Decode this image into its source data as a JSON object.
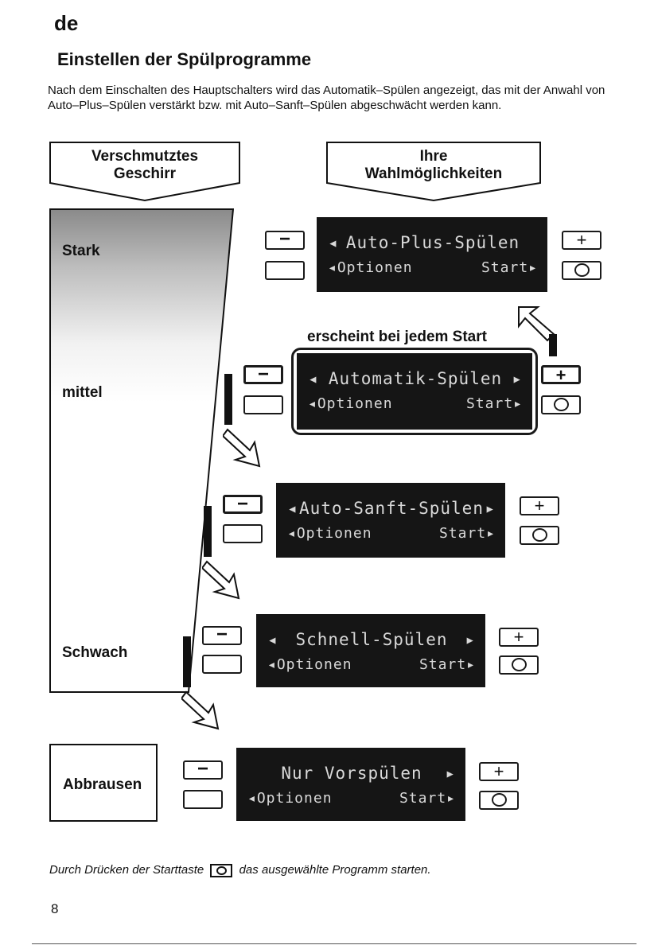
{
  "language_tag": "de",
  "section_title": "Einstellen der Spülprogramme",
  "intro_text": "Nach dem Einschalten des Hauptschalters wird das Automatik–Spülen angezeigt, das mit der Anwahl von Auto–Plus–Spülen verstärkt bzw. mit Auto–Sanft–Spülen abgeschwächt werden kann.",
  "headers": {
    "soil_line1": "Verschmutztes",
    "soil_line2": "Geschirr",
    "options_line1": "Ihre",
    "options_line2": "Wahlmöglichkeiten"
  },
  "levels": {
    "strong": "Stark",
    "medium": "mittel",
    "weak": "Schwach",
    "rinse": "Abbrausen"
  },
  "startup_note": "erscheint bei jedem Start",
  "buttons": {
    "minus": "−",
    "plus": "+"
  },
  "programs": [
    {
      "prefix": "◂",
      "name": "Auto-Plus-Spülen",
      "suffix": "",
      "options": "◂Optionen",
      "start": "Start▸"
    },
    {
      "prefix": "◂",
      "name": "Automatik-Spülen",
      "suffix": "▸",
      "options": "◂Optionen",
      "start": "Start▸"
    },
    {
      "prefix": "◂",
      "name": "Auto-Sanft-Spülen",
      "suffix": "▸",
      "options": "◂Optionen",
      "start": "Start▸"
    },
    {
      "prefix": "◂",
      "name": "Schnell-Spülen",
      "suffix": "▸",
      "options": "◂Optionen",
      "start": "Start▸"
    },
    {
      "prefix": "",
      "name": "Nur Vorspülen",
      "suffix": "▸",
      "options": "◂Optionen",
      "start": "Start▸"
    }
  ],
  "footer": {
    "before": "Durch Drücken der Starttaste",
    "after": "das ausgewählte Programm starten."
  },
  "page_number": "8",
  "colors": {
    "display_bg": "#151515",
    "display_text": "#d9d9d9",
    "ink": "#111111"
  }
}
